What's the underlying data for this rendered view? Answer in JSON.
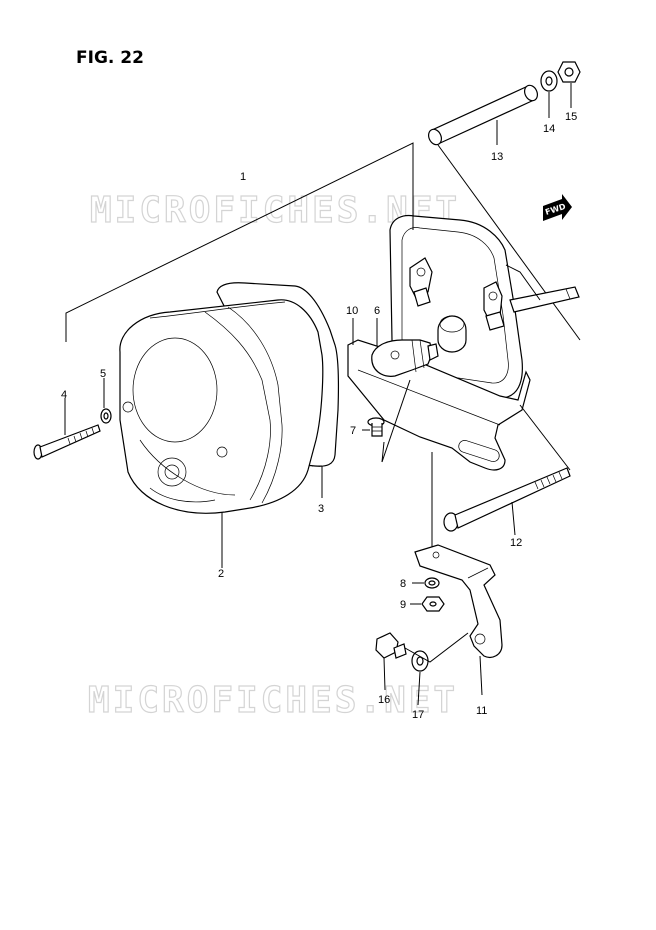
{
  "figure": {
    "title": "FIG. 22"
  },
  "watermarks": [
    "MICROFICHES.NET",
    "MICROFICHES.NET"
  ],
  "direction_badge": "FWD",
  "callouts": [
    "1",
    "2",
    "3",
    "4",
    "5",
    "6",
    "7",
    "8",
    "9",
    "10",
    "11",
    "12",
    "13",
    "14",
    "15",
    "16",
    "17"
  ]
}
